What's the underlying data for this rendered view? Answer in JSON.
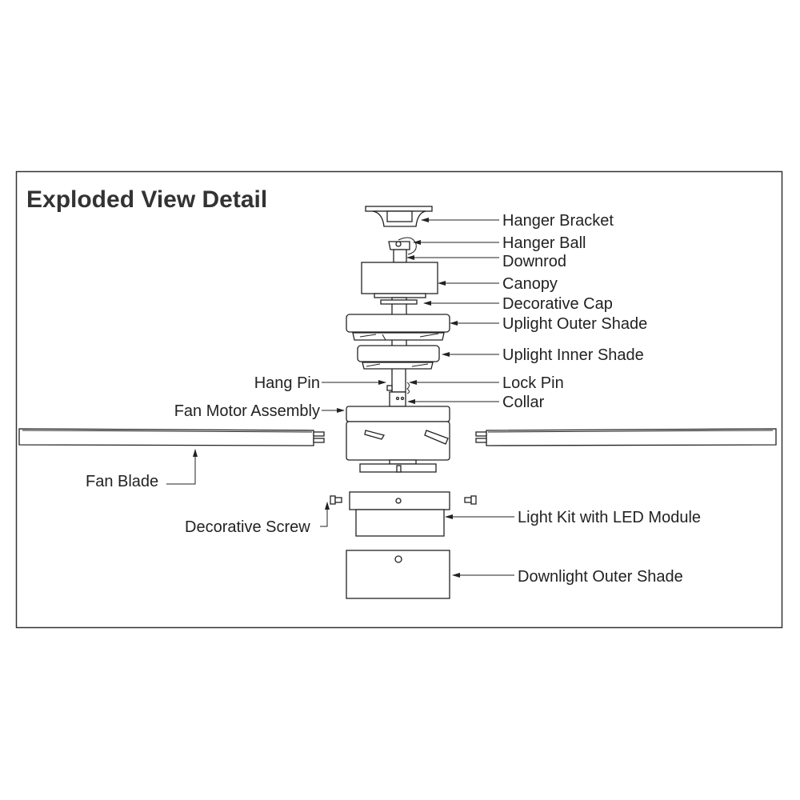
{
  "title": "Exploded View Detail",
  "labels": {
    "hanger_bracket": "Hanger Bracket",
    "hanger_ball": "Hanger Ball",
    "downrod": "Downrod",
    "canopy": "Canopy",
    "decorative_cap": "Decorative Cap",
    "uplight_outer_shade": "Uplight Outer Shade",
    "uplight_inner_shade": "Uplight Inner Shade",
    "hang_pin": "Hang Pin",
    "lock_pin": "Lock Pin",
    "collar": "Collar",
    "fan_motor_assembly": "Fan Motor Assembly",
    "fan_blade": "Fan Blade",
    "decorative_screw": "Decorative Screw",
    "light_kit": "Light Kit with LED Module",
    "downlight_outer_shade": "Downlight Outer Shade"
  }
}
